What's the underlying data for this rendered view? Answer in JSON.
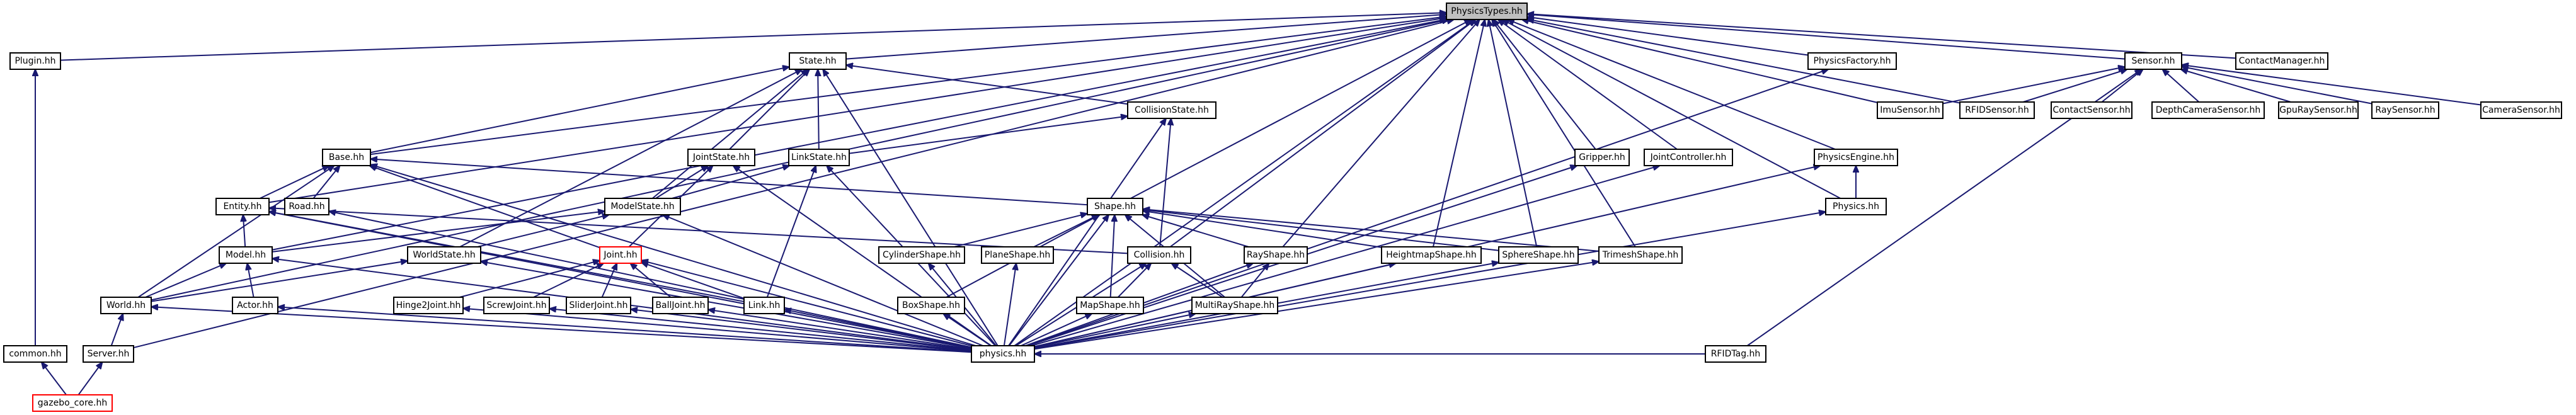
{
  "colors": {
    "background": "#ffffff",
    "edge": "#191970",
    "node_border": "#000000",
    "node_fill": "#ffffff",
    "root_fill": "#bfbfbf",
    "undocumented_border": "#ff0000",
    "text": "#000000"
  },
  "nodes": {
    "physicstypes": "PhysicsTypes.hh",
    "plugin": "Plugin.hh",
    "state": "State.hh",
    "physicsfactory": "PhysicsFactory.hh",
    "sensor": "Sensor.hh",
    "contactmanager": "ContactManager.hh",
    "collisionstate": "CollisionState.hh",
    "imusensor": "ImuSensor.hh",
    "rfidsensor": "RFIDSensor.hh",
    "contactsensor": "ContactSensor.hh",
    "depthcamerasensor": "DepthCameraSensor.hh",
    "gpuraysensor": "GpuRaySensor.hh",
    "raysensor": "RaySensor.hh",
    "camerasensor": "CameraSensor.hh",
    "base": "Base.hh",
    "jointstate": "JointState.hh",
    "linkstate": "LinkState.hh",
    "gripper": "Gripper.hh",
    "jointcontroller": "JointController.hh",
    "physicsengine": "PhysicsEngine.hh",
    "entity": "Entity.hh",
    "road": "Road.hh",
    "modelstate": "ModelState.hh",
    "shape": "Shape.hh",
    "physics": "Physics.hh",
    "model": "Model.hh",
    "worldstate": "WorldState.hh",
    "joint": "Joint.hh",
    "cylindershape": "CylinderShape.hh",
    "planeshape": "PlaneShape.hh",
    "collision": "Collision.hh",
    "rayshape": "RayShape.hh",
    "heightmapshape": "HeightmapShape.hh",
    "sphereshape": "SphereShape.hh",
    "trimeshshape": "TrimeshShape.hh",
    "world": "World.hh",
    "actor": "Actor.hh",
    "hinge2joint": "Hinge2Joint.hh",
    "screwjoint": "ScrewJoint.hh",
    "sliderjoint": "SliderJoint.hh",
    "balljoint": "BallJoint.hh",
    "link": "Link.hh",
    "boxshape": "BoxShape.hh",
    "mapshape": "MapShape.hh",
    "multirayshape": "MultiRayShape.hh",
    "common": "common.hh",
    "server": "Server.hh",
    "physics_hh": "physics.hh",
    "rfidtag": "RFIDTag.hh",
    "gazebo_core": "gazebo_core.hh"
  },
  "edges": [
    [
      "plugin",
      "physicstypes"
    ],
    [
      "state",
      "physicstypes"
    ],
    [
      "physicsfactory",
      "physicstypes"
    ],
    [
      "sensor",
      "physicstypes"
    ],
    [
      "contactmanager",
      "physicstypes"
    ],
    [
      "imusensor",
      "physicstypes"
    ],
    [
      "rfidsensor",
      "physicstypes"
    ],
    [
      "base",
      "physicstypes"
    ],
    [
      "gripper",
      "physicstypes"
    ],
    [
      "jointcontroller",
      "physicstypes"
    ],
    [
      "physicsengine",
      "physicstypes"
    ],
    [
      "entity",
      "physicstypes"
    ],
    [
      "physics",
      "physicstypes"
    ],
    [
      "shape",
      "physicstypes"
    ],
    [
      "model",
      "physicstypes"
    ],
    [
      "collision",
      "physicstypes"
    ],
    [
      "rayshape",
      "physicstypes"
    ],
    [
      "heightmapshape",
      "physicstypes"
    ],
    [
      "sphereshape",
      "physicstypes"
    ],
    [
      "trimeshshape",
      "physicstypes"
    ],
    [
      "world",
      "physicstypes"
    ],
    [
      "server",
      "physicstypes"
    ],
    [
      "physics_hh",
      "physicstypes"
    ],
    [
      "collisionstate",
      "state"
    ],
    [
      "jointstate",
      "state"
    ],
    [
      "linkstate",
      "state"
    ],
    [
      "modelstate",
      "state"
    ],
    [
      "worldstate",
      "state"
    ],
    [
      "base",
      "state"
    ],
    [
      "physics_hh",
      "state"
    ],
    [
      "imusensor",
      "sensor"
    ],
    [
      "rfidsensor",
      "sensor"
    ],
    [
      "contactsensor",
      "sensor"
    ],
    [
      "depthcamerasensor",
      "sensor"
    ],
    [
      "gpuraysensor",
      "sensor"
    ],
    [
      "raysensor",
      "sensor"
    ],
    [
      "camerasensor",
      "sensor"
    ],
    [
      "rfidtag",
      "sensor"
    ],
    [
      "physics_hh",
      "physicsfactory"
    ],
    [
      "linkstate",
      "collisionstate"
    ],
    [
      "physics_hh",
      "collisionstate"
    ],
    [
      "modelstate",
      "jointstate"
    ],
    [
      "physics_hh",
      "jointstate"
    ],
    [
      "modelstate",
      "linkstate"
    ],
    [
      "physics_hh",
      "linkstate"
    ],
    [
      "link",
      "linkstate"
    ],
    [
      "collision",
      "collisionstate"
    ],
    [
      "entity",
      "base"
    ],
    [
      "road",
      "base"
    ],
    [
      "shape",
      "base"
    ],
    [
      "joint",
      "base"
    ],
    [
      "world",
      "base"
    ],
    [
      "physics_hh",
      "base"
    ],
    [
      "physics_hh",
      "gripper"
    ],
    [
      "physics_hh",
      "jointcontroller"
    ],
    [
      "physics",
      "physicsengine"
    ],
    [
      "physics_hh",
      "physicsengine"
    ],
    [
      "model",
      "entity"
    ],
    [
      "collision",
      "entity"
    ],
    [
      "link",
      "entity"
    ],
    [
      "physics_hh",
      "entity"
    ],
    [
      "physics_hh",
      "road"
    ],
    [
      "model",
      "modelstate"
    ],
    [
      "worldstate",
      "modelstate"
    ],
    [
      "physics_hh",
      "modelstate"
    ],
    [
      "joint",
      "jointstate"
    ],
    [
      "cylindershape",
      "shape"
    ],
    [
      "planeshape",
      "shape"
    ],
    [
      "boxshape",
      "shape"
    ],
    [
      "mapshape",
      "shape"
    ],
    [
      "multirayshape",
      "shape"
    ],
    [
      "rayshape",
      "shape"
    ],
    [
      "heightmapshape",
      "shape"
    ],
    [
      "sphereshape",
      "shape"
    ],
    [
      "trimeshshape",
      "shape"
    ],
    [
      "physics_hh",
      "shape"
    ],
    [
      "physics_hh",
      "physics"
    ],
    [
      "world",
      "model"
    ],
    [
      "actor",
      "model"
    ],
    [
      "physics_hh",
      "model"
    ],
    [
      "world",
      "worldstate"
    ],
    [
      "physics_hh",
      "worldstate"
    ],
    [
      "hinge2joint",
      "joint"
    ],
    [
      "screwjoint",
      "joint"
    ],
    [
      "sliderjoint",
      "joint"
    ],
    [
      "balljoint",
      "joint"
    ],
    [
      "link",
      "joint"
    ],
    [
      "physics_hh",
      "joint"
    ],
    [
      "physics_hh",
      "cylindershape"
    ],
    [
      "physics_hh",
      "planeshape"
    ],
    [
      "mapshape",
      "collision"
    ],
    [
      "multirayshape",
      "collision"
    ],
    [
      "physics_hh",
      "collision"
    ],
    [
      "multirayshape",
      "rayshape"
    ],
    [
      "physics_hh",
      "rayshape"
    ],
    [
      "physics_hh",
      "heightmapshape"
    ],
    [
      "physics_hh",
      "sphereshape"
    ],
    [
      "physics_hh",
      "trimeshshape"
    ],
    [
      "server",
      "world"
    ],
    [
      "physics_hh",
      "world"
    ],
    [
      "physics_hh",
      "actor"
    ],
    [
      "physics_hh",
      "hinge2joint"
    ],
    [
      "physics_hh",
      "screwjoint"
    ],
    [
      "physics_hh",
      "sliderjoint"
    ],
    [
      "physics_hh",
      "balljoint"
    ],
    [
      "physics_hh",
      "link"
    ],
    [
      "physics_hh",
      "boxshape"
    ],
    [
      "physics_hh",
      "mapshape"
    ],
    [
      "physics_hh",
      "multirayshape"
    ],
    [
      "common",
      "plugin"
    ],
    [
      "gazebo_core",
      "common"
    ],
    [
      "gazebo_core",
      "server"
    ],
    [
      "rfidtag",
      "physics_hh"
    ]
  ]
}
